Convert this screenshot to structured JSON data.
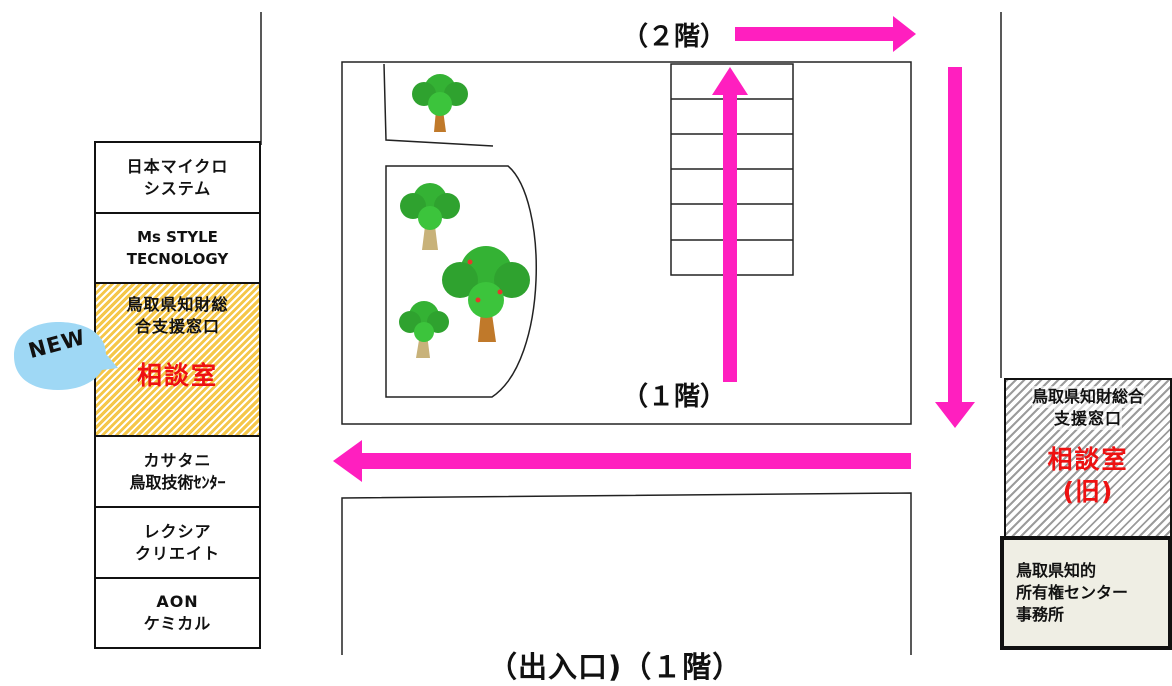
{
  "floors": {
    "second": "（２階）",
    "first": "（１階）",
    "entrance": "（出入口)（１階）"
  },
  "tenants": [
    {
      "lines": [
        "日本マイクロ",
        "システム"
      ]
    },
    {
      "lines": [
        "Ms STYLE",
        "TECNOLOGY"
      ]
    },
    {
      "lines": [
        "鳥取県知財総",
        "合支援窓口"
      ],
      "room": "相談室"
    },
    {
      "lines": [
        "カサタニ",
        "鳥取技術ｾﾝﾀｰ"
      ]
    },
    {
      "lines": [
        "レクシア",
        "クリエイト"
      ]
    },
    {
      "lines": [
        "AON",
        "ケミカル"
      ]
    }
  ],
  "new_badge": "NEW",
  "right_tenants": {
    "old_office": {
      "lines": [
        "鳥取県知財総合",
        "支援窓口"
      ],
      "room": "相談室",
      "note": "(旧)"
    },
    "ip_center": {
      "lines": [
        "鳥取県知的",
        "所有権センター",
        "事務所"
      ]
    }
  },
  "colors": {
    "arrow": "#ff1fbf",
    "highlight": "#f5c74a",
    "badge": "#9fd8f5",
    "room_text": "#ee1111",
    "ip_center_bg": "#efeee4"
  }
}
